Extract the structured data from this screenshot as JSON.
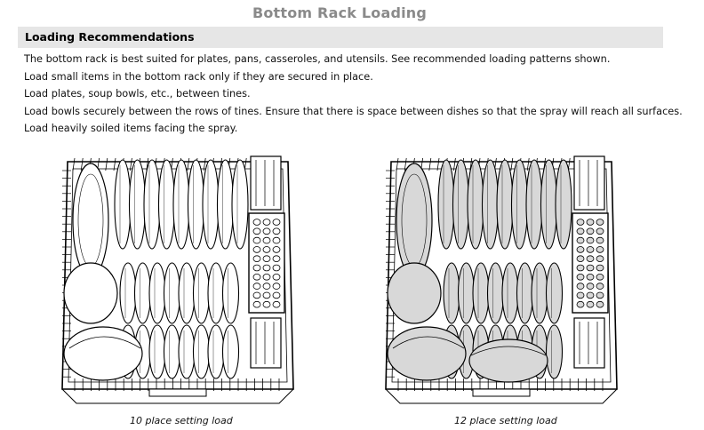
{
  "page": {
    "title": "Bottom Rack Loading",
    "section_heading": "Loading Recommendations",
    "lines": [
      "The bottom rack is best suited for plates, pans, casseroles, and utensils. See recommended loading patterns shown.",
      "Load small items in the bottom rack only if they are secured in place.",
      "Load plates, soup bowls, etc., between tines.",
      "Load bowls securely between the rows of tines. Ensure that there is space between dishes so that the spray will reach all surfaces.",
      "Load heavily soiled items facing the spray."
    ]
  },
  "figures": [
    {
      "caption": "10 place setting load",
      "style": "line-art"
    },
    {
      "caption": "12 place setting load",
      "style": "shaded"
    }
  ],
  "colors": {
    "title_gray": "#8a8a8a",
    "section_bar": "#e6e6e6",
    "shade_fill": "#d8d8d8"
  }
}
